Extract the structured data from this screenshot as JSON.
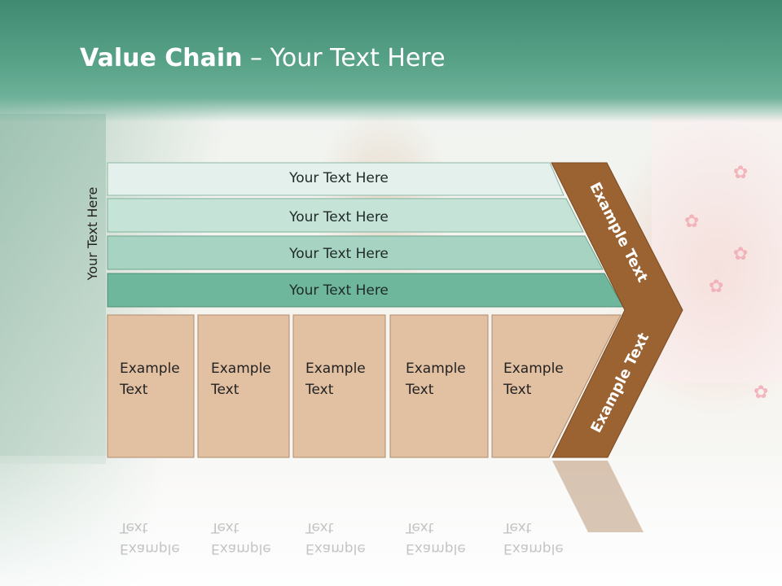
{
  "title": {
    "bold": "Value Chain",
    "rest": " – Your Text Here"
  },
  "side_label": "Your Text Here",
  "bars": [
    {
      "label": "Your Text Here",
      "color": "#e3f0eb"
    },
    {
      "label": "Your Text Here",
      "color": "#c6e3d8"
    },
    {
      "label": "Your Text Here",
      "color": "#a7d3c2"
    },
    {
      "label": "Your Text Here",
      "color": "#6fb79c"
    }
  ],
  "boxes": [
    {
      "label": "Example Text"
    },
    {
      "label": "Example Text"
    },
    {
      "label": "Example Text"
    },
    {
      "label": "Example Text"
    },
    {
      "label": "Example Text"
    }
  ],
  "chevron": {
    "upper_label": "Example Text",
    "lower_label": "Example Text",
    "color": "#9b6232"
  },
  "colors": {
    "header": "#4f9a80",
    "box": "#e2c0a2",
    "box_border": "#b08b6c"
  }
}
